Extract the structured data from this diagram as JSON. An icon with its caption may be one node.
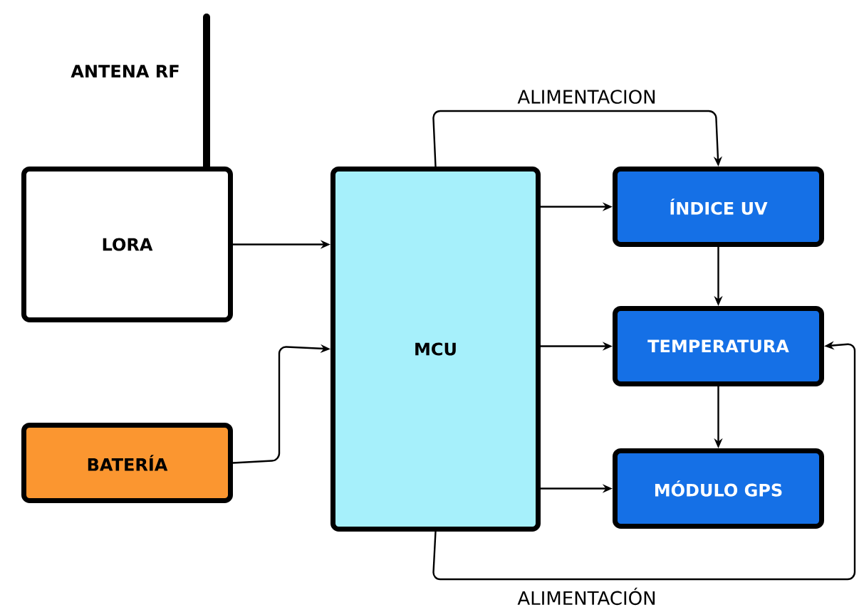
{
  "diagram": {
    "nodes": [
      {
        "text": [
          "LORA"
        ]
      },
      {
        "text": [
          "BATERÍA"
        ]
      },
      {
        "text": [
          "MCU"
        ]
      },
      {
        "text": [
          "ÍNDICE UV"
        ]
      },
      {
        "text": [
          "TEMPERATURA"
        ]
      },
      {
        "text": [
          "MÓDULO GPS"
        ]
      }
    ],
    "edges": [
      {
        "from": 0,
        "to": 2,
        "arrow": "to"
      },
      {
        "from": 1,
        "to": 2,
        "arrow": "to"
      },
      {
        "from": 2,
        "to": 3,
        "arrow": "to"
      },
      {
        "from": 2,
        "to": 4,
        "arrow": "to"
      },
      {
        "from": 2,
        "to": 5,
        "arrow": "to"
      },
      {
        "from": 2,
        "to": 3,
        "arrow": "to",
        "label": "ALIMENTACION"
      },
      {
        "from": 3,
        "to": 4,
        "arrow": "to"
      },
      {
        "from": 4,
        "to": 5,
        "arrow": "to"
      },
      {
        "from": 2,
        "to": 4,
        "arrow": "to",
        "label": "ALIMENTACIÓN"
      }
    ],
    "labels": [
      "ANTENA RF"
    ]
  }
}
